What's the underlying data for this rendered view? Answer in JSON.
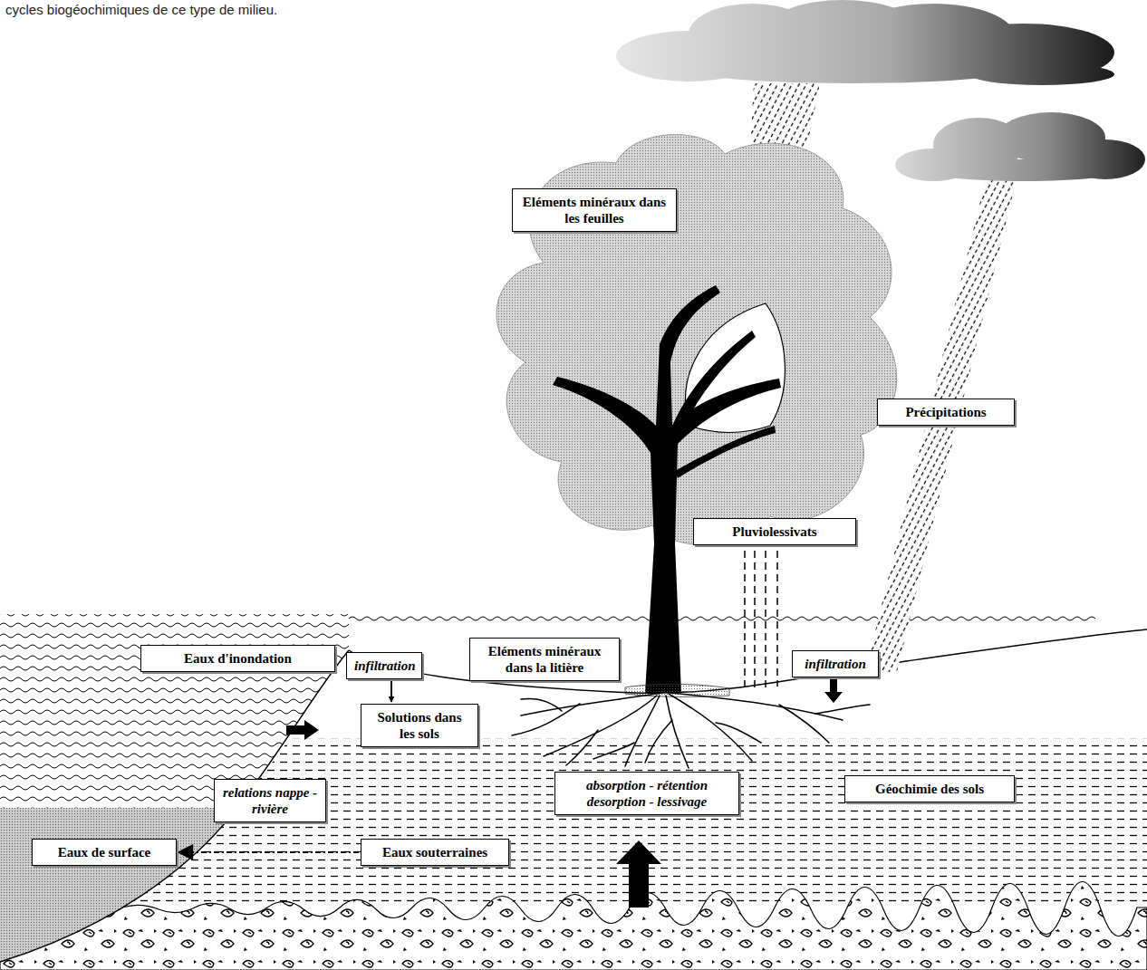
{
  "diagram": {
    "nodes": [
      {
        "text": [
          "Eléments minéraux dans les feuilles"
        ]
      },
      {
        "text": [
          "Précipitations"
        ]
      },
      {
        "text": [
          "Pluviolessivats"
        ]
      },
      {
        "text": [
          "Eaux d'inondation"
        ]
      },
      {
        "text": [
          "infiltration"
        ]
      },
      {
        "text": [
          "Eléments minéraux dans la litière"
        ]
      },
      {
        "text": [
          "infiltration"
        ]
      },
      {
        "text": [
          "Solutions dans les sols"
        ]
      },
      {
        "text": [
          "relations nappe - rivière"
        ]
      },
      {
        "text": [
          "absorption - rétention desorption - lessivage"
        ]
      },
      {
        "text": [
          "Géochimie des sols"
        ]
      },
      {
        "text": [
          "Eaux de surface"
        ]
      },
      {
        "text": [
          "Eaux souterraines"
        ]
      }
    ],
    "edges": [
      {
        "from": 4,
        "to": 7,
        "arrow": "to"
      },
      {
        "from": 12,
        "to": 11,
        "arrow": "to"
      }
    ],
    "labels": [
      "cycles biogéochimiques de ce type de milieu."
    ]
  }
}
